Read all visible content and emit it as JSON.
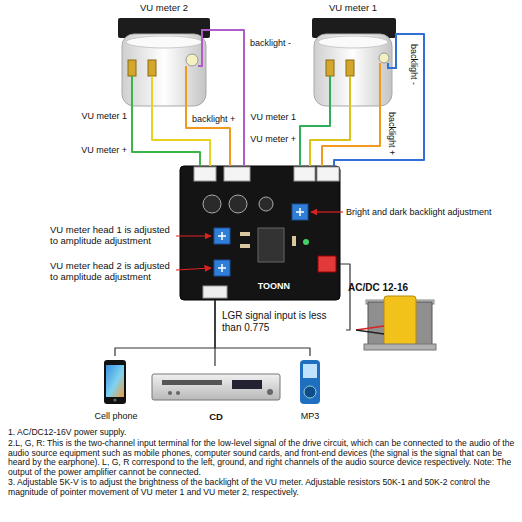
{
  "diagram": {
    "nodes": [
      {
        "text": [
          "VU meter 2"
        ]
      },
      {
        "text": [
          "VU meter 1"
        ]
      },
      {
        "text": [
          "TOONN"
        ]
      },
      {
        "text": [
          "AC/DC 12-16"
        ]
      },
      {
        "text": [
          "Cell phone"
        ]
      },
      {
        "text": [
          "CD"
        ]
      },
      {
        "text": [
          "MP3"
        ]
      }
    ],
    "edges": [
      {
        "from": 0,
        "to": 2,
        "arrow": "none"
      },
      {
        "from": 0,
        "to": 2,
        "arrow": "none"
      },
      {
        "from": 0,
        "to": 2,
        "arrow": "none"
      },
      {
        "from": 0,
        "to": 2,
        "arrow": "none"
      },
      {
        "from": 1,
        "to": 2,
        "arrow": "none"
      },
      {
        "from": 1,
        "to": 2,
        "arrow": "none"
      },
      {
        "from": 1,
        "to": 2,
        "arrow": "none"
      },
      {
        "from": 1,
        "to": 2,
        "arrow": "none"
      },
      {
        "from": 2,
        "to": 3,
        "arrow": "none"
      },
      {
        "from": 2,
        "to": 4,
        "arrow": "none"
      },
      {
        "from": 2,
        "to": 5,
        "arrow": "none"
      },
      {
        "from": 2,
        "to": 6,
        "arrow": "none"
      }
    ],
    "labels": [
      "backlight -",
      "VU meter 1",
      "backlight +",
      "VU meter +",
      "VU meter 1",
      "VU meter +",
      "backlight -",
      "backlight +",
      "Bright and dark backlight adjustment",
      "VU meter head 1 is adjusted to amplitude adjustment",
      "VU meter head 2 is adjusted to amplitude adjustment",
      "LGR signal input is less than 0.775",
      "1. AC/DC12-16V power supply.",
      "2.L, G, R: This is the two-channel input terminal for the low-level signal of the drive circuit, which can be connected to the audio of the audio source equipment such as mobile phones, computer sound cards, and front-end devices (the signal is the signal that can be heard by the earphone). L, G, R correspond to the left, ground, and right channels of the audio source device respectively. Note: The output of the power amplifier cannot be connected.",
      "3. Adjustable 5K-V is to adjust the brightness of the backlight of the VU meter. Adjustable resistors 50K-1 and 50K-2 control the magnitude of pointer movement of VU meter 1 and VU meter 2, respectively."
    ]
  }
}
